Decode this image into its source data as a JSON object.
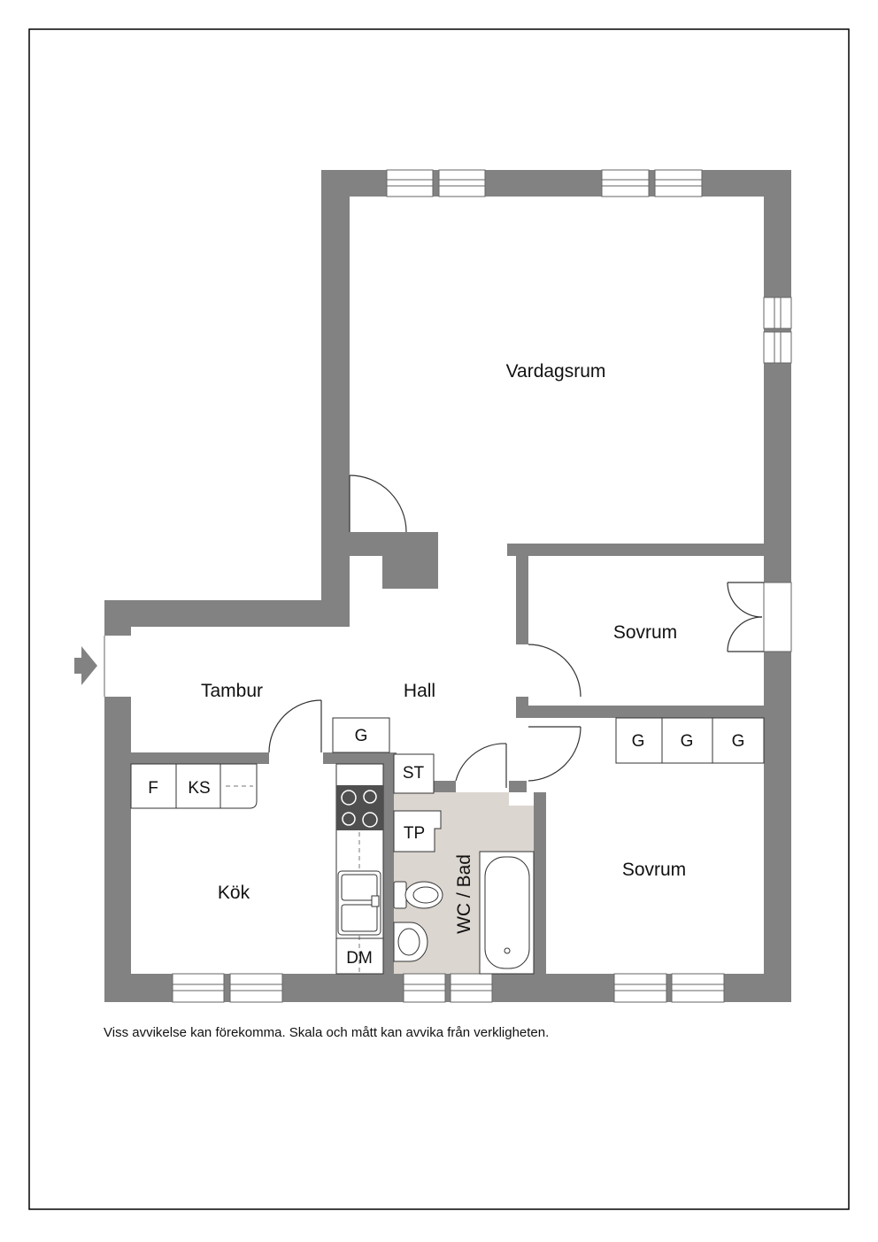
{
  "rooms": {
    "living_room": "Vardagsrum",
    "bedroom_1": "Sovrum",
    "bedroom_2": "Sovrum",
    "entry": "Tambur",
    "hall": "Hall",
    "kitchen": "Kök",
    "bathroom": "WC / Bad"
  },
  "fixtures": {
    "hall_wardrobe": "G",
    "storage": "ST",
    "washer": "TP",
    "fridge": "F",
    "fridge_freezer": "KS",
    "dishwasher": "DM",
    "bedroom_wardrobes": [
      "G",
      "G",
      "G"
    ]
  },
  "icons": {
    "entrance": "entrance-arrow-icon",
    "door": "door-swing-icon",
    "window": "window-icon",
    "stove": "stove-icon",
    "sink": "sink-icon",
    "toilet": "toilet-icon",
    "washbasin": "washbasin-icon",
    "bathtub": "bathtub-icon"
  },
  "colors": {
    "wall": "#828282",
    "bathroom_floor": "#dcd6d0",
    "stove": "#4f4f4f",
    "line": "#333333"
  },
  "disclaimer": "Viss avvikelse kan förekomma. Skala och mått kan avvika från verkligheten."
}
